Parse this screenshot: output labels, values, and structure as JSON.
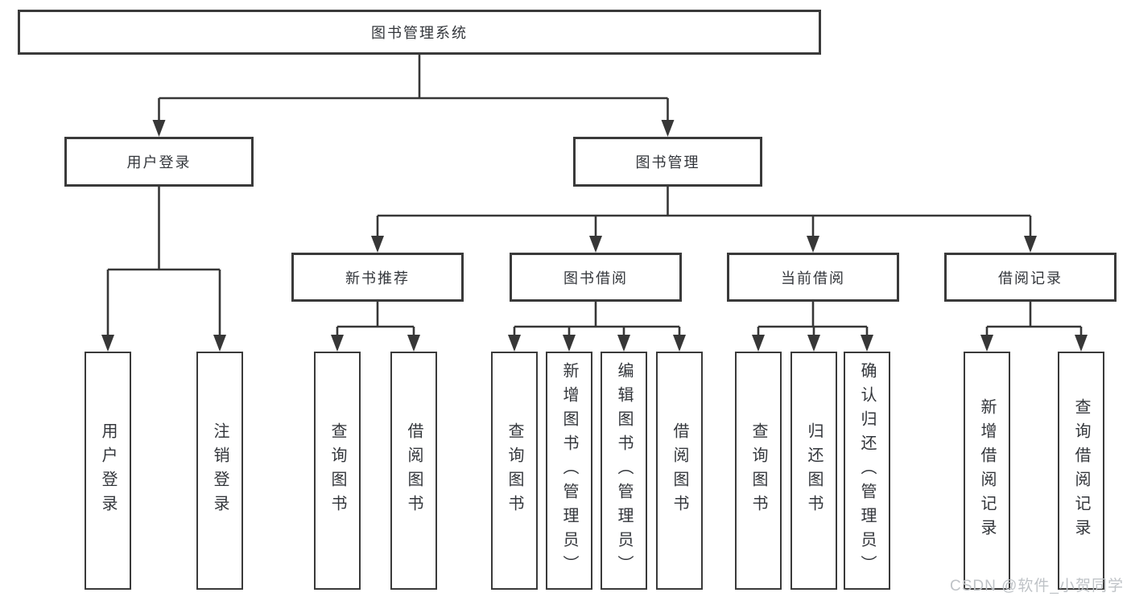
{
  "diagram": {
    "root": {
      "label": "图书管理系统"
    },
    "branches": [
      {
        "label": "用户登录",
        "children": [
          "用户登录",
          "注销登录"
        ]
      },
      {
        "label": "图书管理",
        "sections": [
          {
            "label": "新书推荐",
            "children": [
              "查询图书",
              "借阅图书"
            ]
          },
          {
            "label": "图书借阅",
            "children": [
              "查询图书",
              "新增图书（管理员）",
              "编辑图书（管理员）",
              "借阅图书"
            ]
          },
          {
            "label": "当前借阅",
            "children": [
              "查询图书",
              "归还图书",
              "确认归还（管理员）"
            ]
          },
          {
            "label": "借阅记录",
            "children": [
              "新增借阅记录",
              "查询借阅记录"
            ]
          }
        ]
      }
    ],
    "watermark": "CSDN @软件_小贺同学",
    "colors": {
      "line": "#373737",
      "box_border": "#3a3a3a",
      "box_fill": "#ffffff",
      "text": "#33363b",
      "watermark": "#bfc3c7"
    }
  }
}
